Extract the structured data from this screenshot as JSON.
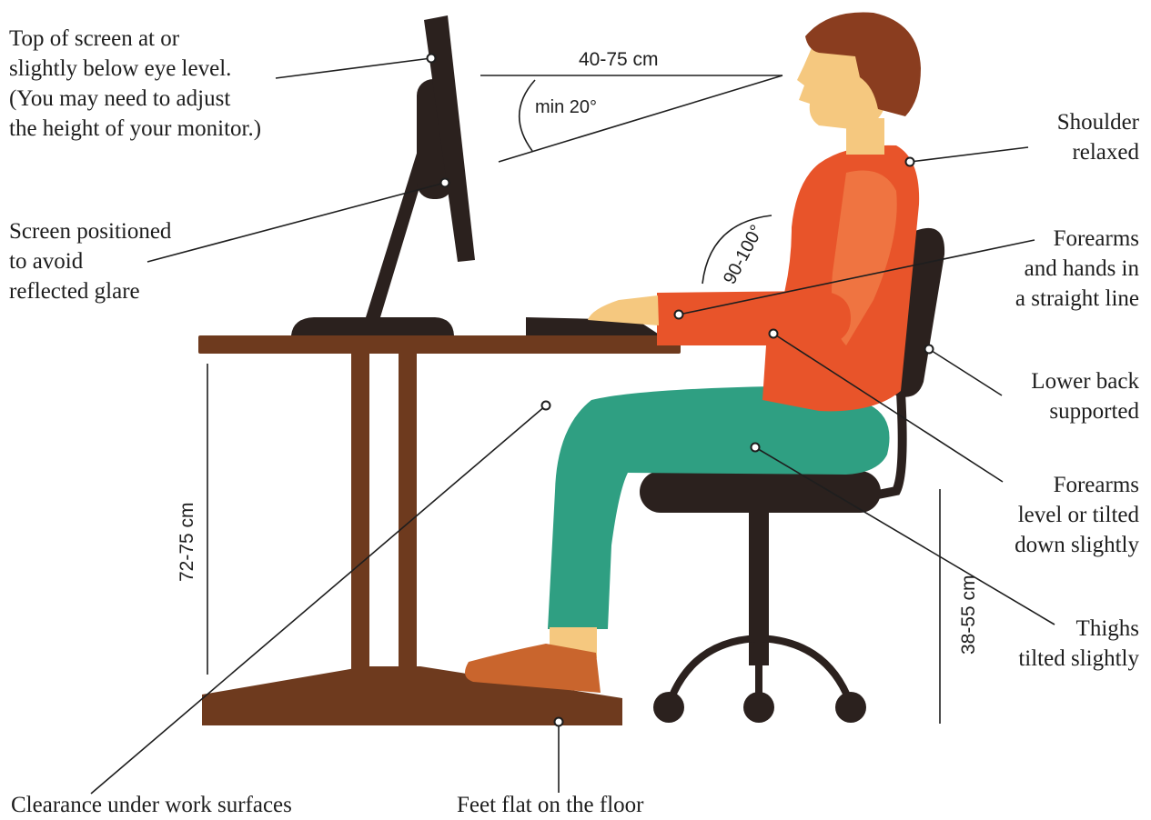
{
  "labels": {
    "top_of_screen": [
      "Top of screen at or",
      "slightly below eye level.",
      "(You may need to adjust",
      "the height of your monitor.)"
    ],
    "screen_glare": [
      "Screen positioned",
      "to avoid",
      "reflected glare"
    ],
    "shoulder": [
      "Shoulder",
      "relaxed"
    ],
    "forearms_hands": [
      "Forearms",
      "and hands in",
      "a straight line"
    ],
    "lower_back": [
      "Lower back",
      "supported"
    ],
    "forearms_level": [
      "Forearms",
      "level or tilted",
      "down slightly"
    ],
    "thighs": [
      "Thighs",
      "tilted slightly"
    ],
    "clearance": "Clearance under work surfaces",
    "feet": "Feet flat on the floor"
  },
  "measurements": {
    "viewing_distance": "40-75 cm",
    "viewing_angle": "min 20°",
    "elbow_angle": "90-100°",
    "desk_height": "72-75 cm",
    "seat_height": "38-55 cm"
  },
  "colors": {
    "desk": "#6e3a1e",
    "monitor": "#2b211e",
    "shirt": "#e8542a",
    "shirt_highlight": "#f07a45",
    "trousers": "#2f9f82",
    "skin": "#f5c87f",
    "hair": "#8a3d1f",
    "shoe": "#c9652d",
    "chair": "#2b211e",
    "leader_line": "#1e1e1e"
  }
}
